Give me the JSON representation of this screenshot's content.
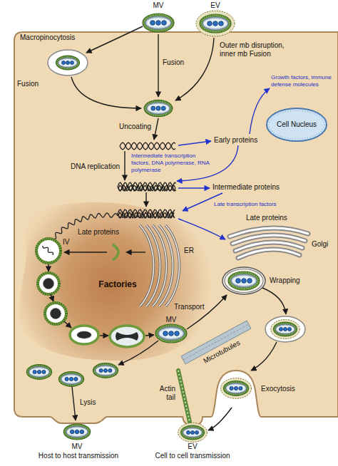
{
  "diagram": {
    "nodes": [
      {
        "text": [
          "Cell Nucleus"
        ]
      },
      {
        "text": [
          "Factories"
        ]
      }
    ],
    "labels": [
      "MV",
      "EV",
      "Macropinocytosis",
      "Fusion",
      "Outer mb disruption, inner mb Fusion",
      "Fusion",
      "Uncoating",
      "Early proteins",
      "Growth factors, immune defense molecules",
      "Intermediate transcription factors, DNA polymerase, RNA polymerase",
      "DNA replication",
      "Intermediate proteins",
      "Late transcription factors",
      "Late proteins",
      "Late proteins",
      "IV",
      "Golgi",
      "ER",
      "Wrapping",
      "MV",
      "Transport",
      "Microtubules",
      "Lysis",
      "Actin tail",
      "Exocytosis",
      "MV",
      "EV",
      "Host to host transmission",
      "Cell to cell transmission"
    ]
  }
}
